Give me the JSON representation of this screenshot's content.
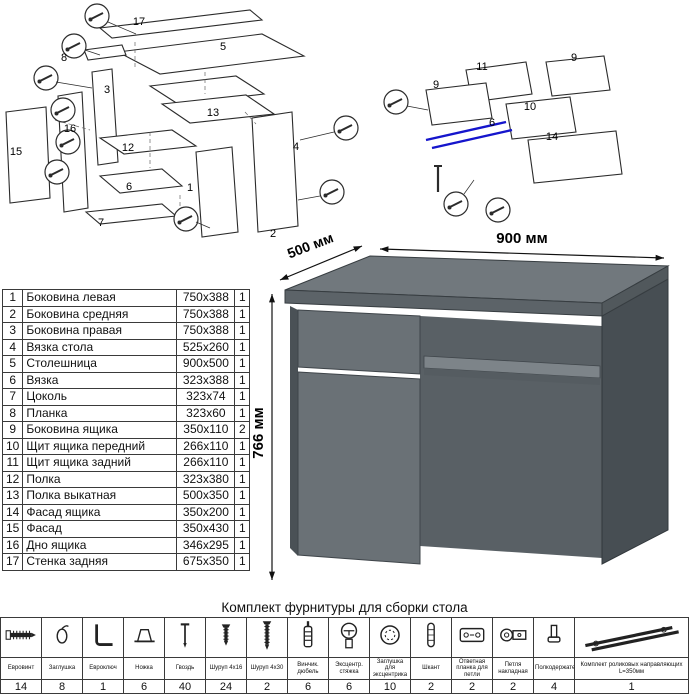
{
  "desk": {
    "width_label": "900 мм",
    "depth_label": "500 мм",
    "height_label": "766 мм",
    "colors": {
      "top": "#71787d",
      "front": "#6a7176",
      "side": "#474e53",
      "interior": "#596065"
    }
  },
  "diagram_left": {
    "part_labels": [
      "17",
      "5",
      "8",
      "3",
      "4",
      "13",
      "12",
      "15",
      "16",
      "6",
      "1",
      "7",
      "2"
    ]
  },
  "diagram_right": {
    "part_labels": [
      "11",
      "9",
      "9",
      "10",
      "6",
      "14"
    ],
    "rail_color": "#1515cc"
  },
  "parts_table": {
    "rows": [
      {
        "num": "1",
        "name": "Боковина левая",
        "size": "750x388",
        "qty": "1"
      },
      {
        "num": "2",
        "name": "Боковина средняя",
        "size": "750x388",
        "qty": "1"
      },
      {
        "num": "3",
        "name": "Боковина правая",
        "size": "750x388",
        "qty": "1"
      },
      {
        "num": "4",
        "name": "Вязка стола",
        "size": "525x260",
        "qty": "1"
      },
      {
        "num": "5",
        "name": "Столешница",
        "size": "900x500",
        "qty": "1"
      },
      {
        "num": "6",
        "name": "Вязка",
        "size": "323x388",
        "qty": "1"
      },
      {
        "num": "7",
        "name": "Цоколь",
        "size": "323x74",
        "qty": "1"
      },
      {
        "num": "8",
        "name": "Планка",
        "size": "323x60",
        "qty": "1"
      },
      {
        "num": "9",
        "name": "Боковина ящика",
        "size": "350x110",
        "qty": "2"
      },
      {
        "num": "10",
        "name": "Щит ящика передний",
        "size": "266x110",
        "qty": "1"
      },
      {
        "num": "11",
        "name": "Щит ящика задний",
        "size": "266x110",
        "qty": "1"
      },
      {
        "num": "12",
        "name": "Полка",
        "size": "323x380",
        "qty": "1"
      },
      {
        "num": "13",
        "name": "Полка выкатная",
        "size": "500x350",
        "qty": "1"
      },
      {
        "num": "14",
        "name": "Фасад ящика",
        "size": "350x200",
        "qty": "1"
      },
      {
        "num": "15",
        "name": "Фасад",
        "size": "350x430",
        "qty": "1"
      },
      {
        "num": "16",
        "name": "Дно ящика",
        "size": "346x295",
        "qty": "1"
      },
      {
        "num": "17",
        "name": "Стенка задняя",
        "size": "675x350",
        "qty": "1"
      }
    ]
  },
  "hardware": {
    "title": "Комплект фурнитуры для сборки стола",
    "items": [
      {
        "name": "Евровинт",
        "qty": "14",
        "icon": "eurovint-icon"
      },
      {
        "name": "Заглушка",
        "qty": "8",
        "icon": "cap-icon"
      },
      {
        "name": "Евроключ",
        "qty": "1",
        "icon": "hex-key-icon"
      },
      {
        "name": "Ножка",
        "qty": "6",
        "icon": "foot-icon"
      },
      {
        "name": "Гвоздь",
        "qty": "40",
        "icon": "nail-icon"
      },
      {
        "name": "Шуруп 4x16",
        "qty": "24",
        "icon": "screw-4x16-icon"
      },
      {
        "name": "Шуруп 4x30",
        "qty": "2",
        "icon": "screw-4x30-icon"
      },
      {
        "name": "Винчик. дюбель",
        "qty": "6",
        "icon": "dowel-screw-icon"
      },
      {
        "name": "Эксцентр. стяжка",
        "qty": "6",
        "icon": "cam-lock-icon"
      },
      {
        "name": "Заглушка для эксцентрика",
        "qty": "10",
        "icon": "cam-cap-icon"
      },
      {
        "name": "Шкант",
        "qty": "2",
        "icon": "wood-dowel-icon"
      },
      {
        "name": "Ответная планка для петли",
        "qty": "2",
        "icon": "hinge-plate-icon"
      },
      {
        "name": "Петля накладная",
        "qty": "2",
        "icon": "hinge-icon"
      },
      {
        "name": "Полкодержатель",
        "qty": "4",
        "icon": "shelf-support-icon"
      },
      {
        "name": "Комплект роликовых направляющих L=350мм",
        "qty": "1",
        "icon": "drawer-slides-icon"
      }
    ]
  }
}
